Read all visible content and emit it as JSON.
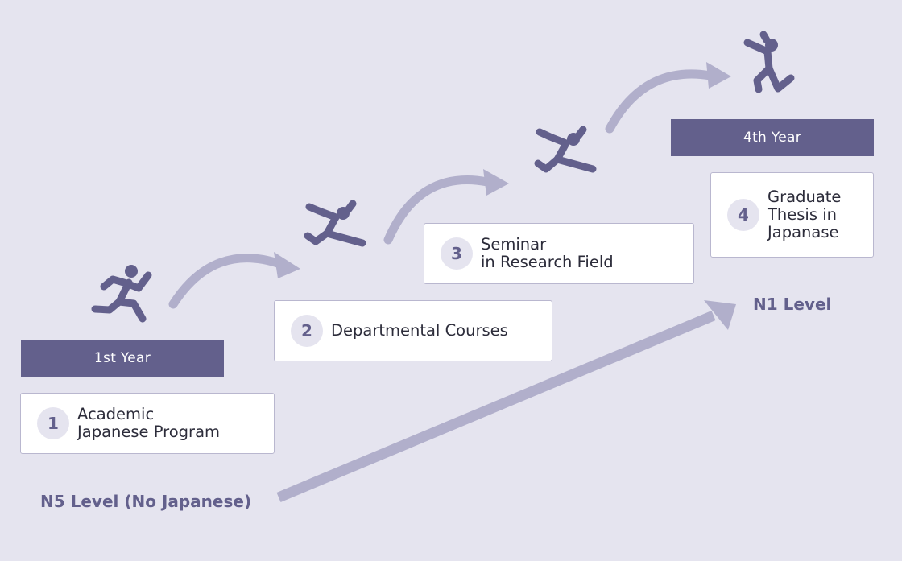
{
  "years": {
    "first": "1st Year",
    "fourth": "4th Year"
  },
  "steps": [
    {
      "number": "1",
      "label": "Academic\nJapanese Program"
    },
    {
      "number": "2",
      "label": "Departmental Courses"
    },
    {
      "number": "3",
      "label": "Seminar\nin Research Field"
    },
    {
      "number": "4",
      "label": "Graduate\nThesis in\nJapanase"
    }
  ],
  "levels": {
    "start": "N5 Level (No Japanese)",
    "end": "N1 Level"
  },
  "colors": {
    "background": "#e5e4ef",
    "accent": "#63608c",
    "arrow": "#b1afcb"
  },
  "icons": [
    "runner-icon",
    "runner-leap-icon",
    "runner-high-leap-icon",
    "runner-jump-icon"
  ]
}
